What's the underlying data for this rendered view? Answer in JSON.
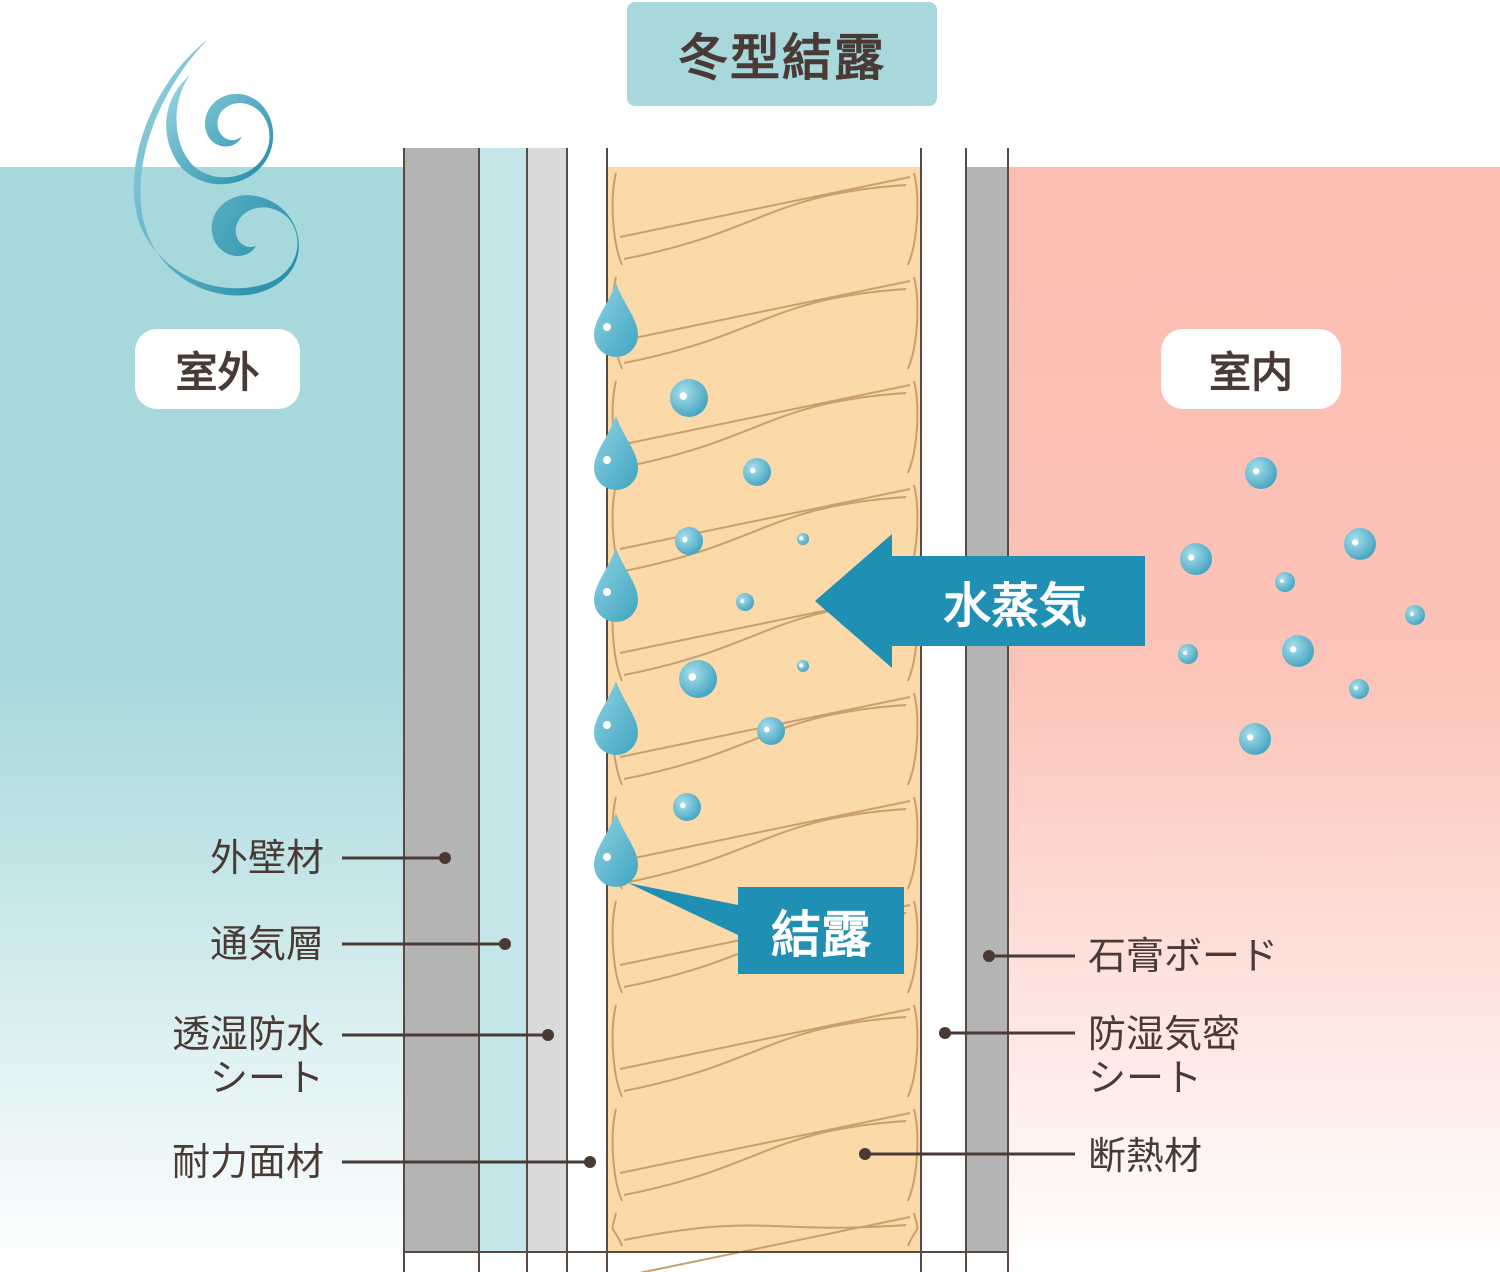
{
  "title": "冬型結露",
  "zones": {
    "outdoor": "室外",
    "indoor": "室内"
  },
  "callouts": {
    "vapor": "水蒸気",
    "condensation": "結露"
  },
  "layer_labels_left": [
    {
      "id": "exterior-wall",
      "text": "外壁材"
    },
    {
      "id": "ventilation-layer",
      "text": "通気層"
    },
    {
      "id": "breathable-sheet",
      "text": "透湿防水\nシート"
    },
    {
      "id": "structural-panel",
      "text": "耐力面材"
    }
  ],
  "layer_labels_right": [
    {
      "id": "gypsum-board",
      "text": "石膏ボード"
    },
    {
      "id": "vapor-barrier",
      "text": "防湿気密\nシート"
    },
    {
      "id": "insulation",
      "text": "断熱材"
    }
  ],
  "colors": {
    "outdoor": "#a6d8dc",
    "indoor": "#fcbdb2",
    "insulation": "#fbd9a8",
    "wall_gray": "#b4b4b4",
    "light_gray": "#dadada",
    "accent_blue": "#1f8fb3",
    "droplet": "#6dc1d6",
    "line": "#4a3a35",
    "title_bg": "#a8d8dc"
  },
  "icons": [
    "wind-swirl-icon",
    "water-droplet-icon",
    "vapor-bubble-icon",
    "arrow-left-icon"
  ]
}
